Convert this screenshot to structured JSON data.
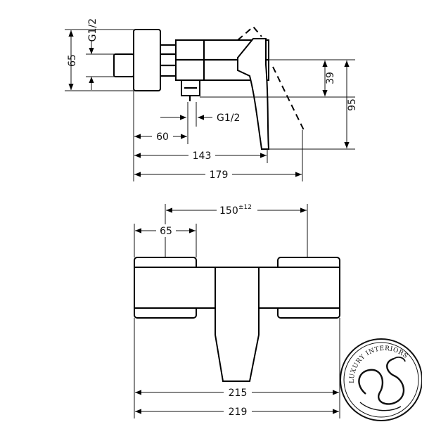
{
  "side_view": {
    "thread_left": "G1/2",
    "dim_65_vertical": "65",
    "dim_39": "39",
    "dim_95": "95",
    "thread_bottom": "G1/2",
    "dim_60": "60",
    "dim_143": "143",
    "dim_179": "179"
  },
  "front_view": {
    "dim_150": "150",
    "dim_150_tolerance": "±12",
    "dim_65": "65",
    "dim_215": "215",
    "dim_219": "219"
  },
  "logo": {
    "text": "LUXURY INTERIORS",
    "icon": "swan-monogram-icon",
    "color": "#111111"
  }
}
